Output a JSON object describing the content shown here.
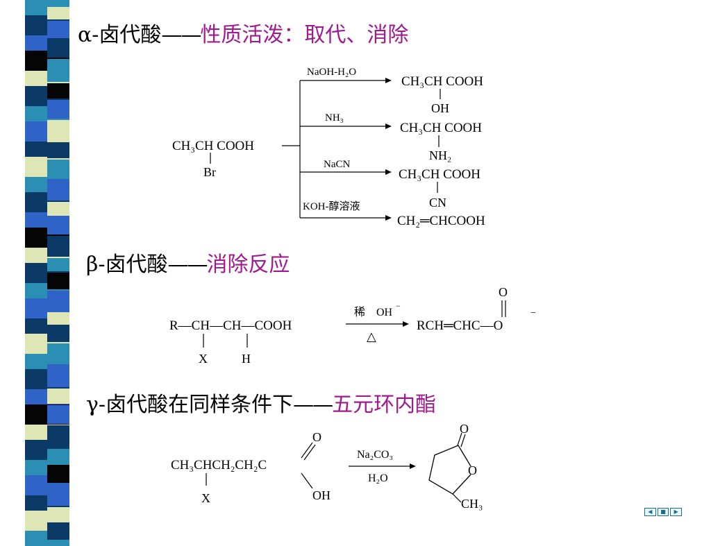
{
  "headings": {
    "alpha": {
      "prefix": "α-卤代酸",
      "dash": "——",
      "highlight": "性质活泼：取代、消除"
    },
    "beta": {
      "prefix": "β-卤代酸",
      "dash": "——",
      "highlight": "消除反应"
    },
    "gamma": {
      "prefix": "γ-卤代酸在同样条件下",
      "dash": "——",
      "highlight": "五元环内酯"
    }
  },
  "alpha_reaction": {
    "reactant": {
      "main": "CH₃CH  COOH",
      "sub": "Br"
    },
    "branches": [
      {
        "reagent": "NaOH-H₂O",
        "product": "CH₃CH  COOH",
        "substituent": "OH"
      },
      {
        "reagent": "NH₃",
        "product": "CH₃CH  COOH",
        "substituent": "NH₂"
      },
      {
        "reagent": "NaCN",
        "product": "CH₃CH  COOH",
        "substituent": "CN"
      },
      {
        "reagent": "KOH-醇溶液",
        "product": "CH₂═CHCOOH",
        "substituent": ""
      }
    ]
  },
  "beta_reaction": {
    "reactant": "R—CH—CH—COOH",
    "sub_x": "X",
    "sub_h": "H",
    "reagent_top_1": "稀",
    "reagent_top_2": "OH",
    "reagent_top_charge": "−",
    "reagent_bottom": "△",
    "product": "RCH═CHC—O",
    "product_o_top": "O",
    "product_charge": "−"
  },
  "gamma_reaction": {
    "reactant": "CH₃CHCH₂CH₂C",
    "sub_x": "X",
    "o_top": "O",
    "oh": "OH",
    "reagent_top": "Na₂CO₃",
    "reagent_bottom": "H₂O",
    "ring_o_top": "O",
    "ring_o": "O",
    "ring_ch3": "CH₃"
  },
  "nav": {
    "prev": "◀",
    "mid": "■",
    "next": "▶"
  },
  "colors": {
    "highlight": "#a0198f",
    "stripe_dark": "#0b3a66",
    "stripe_mid": "#2f63c8",
    "stripe_teal": "#2a8fb3",
    "stripe_light": "#dfe6b6",
    "stripe_black": "#050505"
  }
}
